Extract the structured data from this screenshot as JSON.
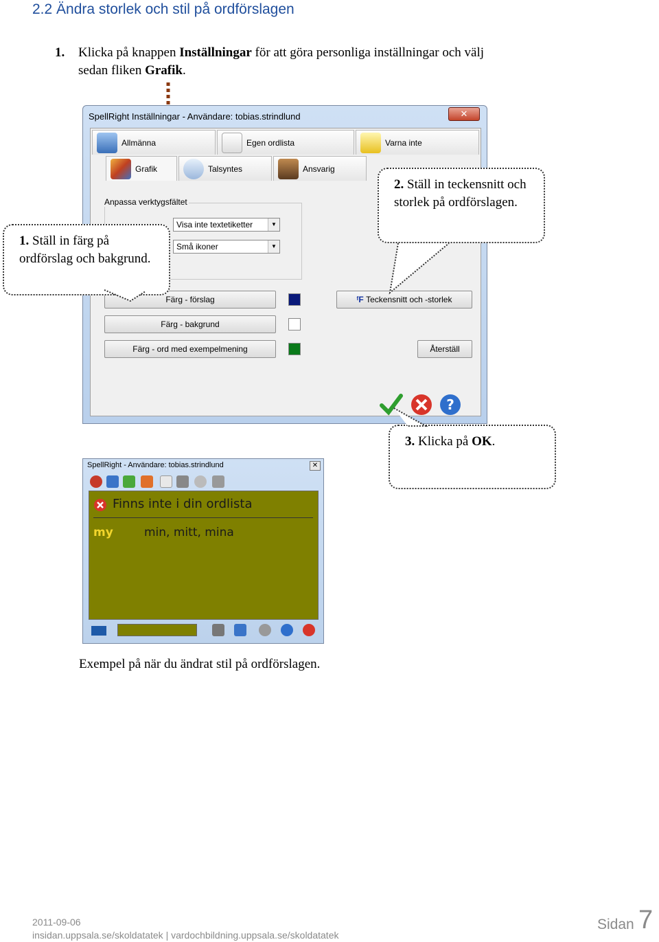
{
  "heading": "2.2 Ändra storlek och stil på ordförslagen",
  "step1": {
    "number": "1.",
    "pre": "Klicka på knappen ",
    "bold1": "Inställningar",
    "mid": " för att göra personliga inställningar och välj",
    "line2_pre": "sedan fliken ",
    "bold2": "Grafik",
    "line2_post": "."
  },
  "settings_dialog": {
    "title": "SpellRight Inställningar - Användare: tobias.strindlund",
    "close_glyph": "✕",
    "tabs_row1": [
      "Allmänna",
      "Egen ordlista",
      "Varna inte"
    ],
    "tabs_row2": [
      "Grafik",
      "Talsyntes",
      "Ansvarig"
    ],
    "group_label": "Anpassa verktygsfältet",
    "dropdown1_value": "Visa inte textetiketter",
    "dropdown2_value": "Små ikoner",
    "buttons": {
      "color_suggestion": "Färg - förslag",
      "color_background": "Färg - bakgrund",
      "color_example": "Färg - ord med exempelmening",
      "font_size": "Teckensnitt och -storlek",
      "reset": "Återställ"
    },
    "colors": {
      "suggestion": "#0a1a7a",
      "background": "#ffffff",
      "example": "#0a7a1a"
    },
    "footer_icons": [
      "ok-check-icon",
      "cancel-x-icon",
      "help-question-icon"
    ]
  },
  "callouts": {
    "c1": {
      "num": "1.",
      "text": "Ställ in färg på ordförslag och bakgrund."
    },
    "c2": {
      "num": "2.",
      "text": "Ställ in teckensnitt och storlek på ordförslagen."
    },
    "c3": {
      "num": "3.",
      "pre": "Klicka på ",
      "bold": "OK",
      "post": "."
    }
  },
  "spellright_window": {
    "title": "SpellRight - Användare: tobias.strindlund",
    "close_glyph": "✕",
    "header": "Finns inte i din ordlista",
    "misspelled": "my",
    "suggestions": "min, mitt, mina",
    "background_color": "#7f8000"
  },
  "caption": "Exempel på när du ändrat stil på ordförslagen.",
  "footer": {
    "date": "2011-09-06",
    "links": "insidan.uppsala.se/skoldatatek | vardochbildning.uppsala.se/skoldatatek",
    "page_label": "Sidan",
    "page_number": "7"
  }
}
